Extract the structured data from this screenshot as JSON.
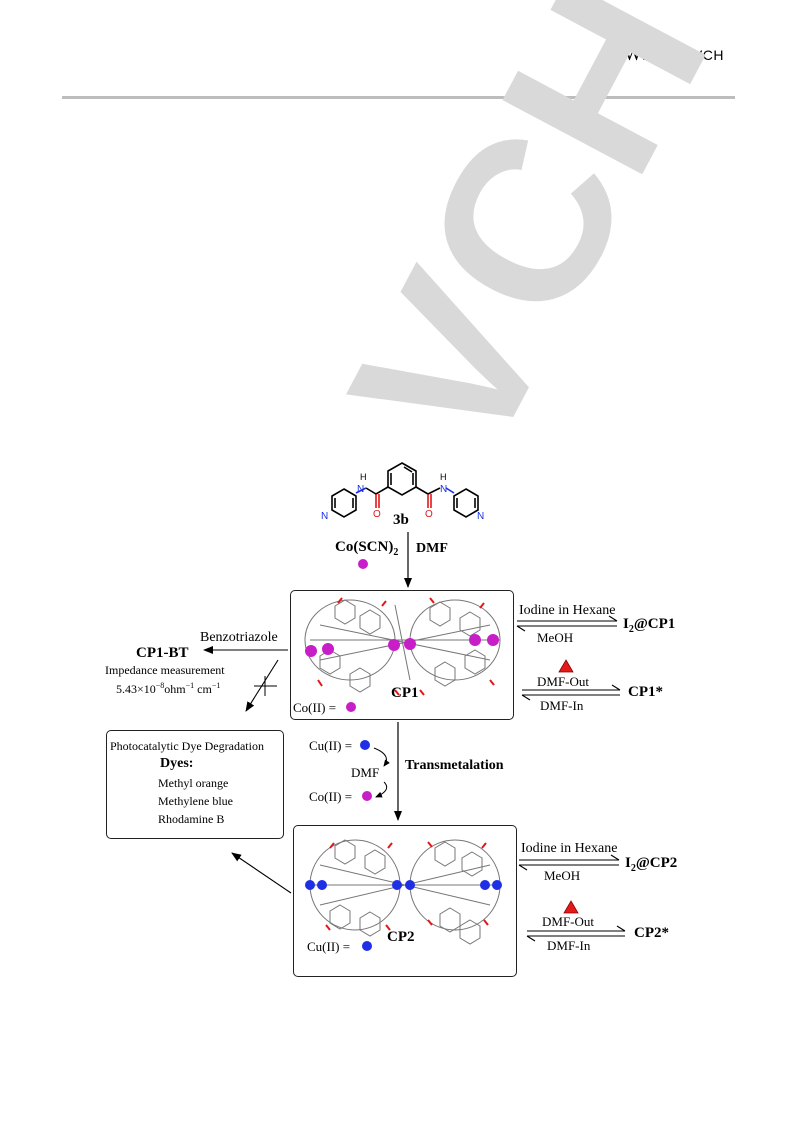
{
  "header": {
    "publisher_main": "WILEY",
    "publisher_suffix": "-VCH"
  },
  "watermark": {
    "text": "VCH"
  },
  "ligand": {
    "label": "3b",
    "atom_h": "H",
    "atom_n": "N",
    "atom_o": "O"
  },
  "step1": {
    "reagent": "Co(SCN)",
    "reagent_sub": "2",
    "solvent": "DMF"
  },
  "cp1": {
    "label": "CP1",
    "legend": "Co(II) =",
    "iodine_forward": "Iodine in Hexane",
    "iodine_back": "MeOH",
    "iodine_product_prefix": "I",
    "iodine_product_sub": "2",
    "iodine_product_suffix": "@CP1",
    "dmf_out": "DMF-Out",
    "dmf_in": "DMF-In",
    "desolvated": "CP1*"
  },
  "bt": {
    "reagent": "Benzotriazole",
    "product": "CP1-BT",
    "measurement": "Impedance measurement",
    "value_mantissa": "5.43×10",
    "value_exp": "−8",
    "value_unit1": "ohm",
    "value_unit1_exp": "−1",
    "value_unit2": " cm",
    "value_unit2_exp": "−1"
  },
  "dyes_box": {
    "title": "Photocatalytic Dye Degradation",
    "heading": "Dyes:",
    "items": [
      "Methyl orange",
      "Methylene blue",
      "Rhodamine B"
    ]
  },
  "transmetalation": {
    "label": "Transmetalation",
    "in_metal": "Cu(II) =",
    "solvent": "DMF",
    "out_metal": "Co(II) ="
  },
  "cp2": {
    "label": "CP2",
    "legend": "Cu(II) =",
    "iodine_forward": "Iodine in Hexane",
    "iodine_back": "MeOH",
    "iodine_product_prefix": "I",
    "iodine_product_sub": "2",
    "iodine_product_suffix": "@CP2",
    "dmf_out": "DMF-Out",
    "dmf_in": "DMF-In",
    "desolvated": "CP2*"
  },
  "colors": {
    "cobalt": "#c81ec8",
    "copper": "#1f2fe6",
    "heat_triangle": "#e41a1a",
    "oxygen": "#e01818",
    "nitrogen": "#1a2ee0",
    "watermark": "#d9d9d9",
    "rule": "#bdbdbd"
  }
}
